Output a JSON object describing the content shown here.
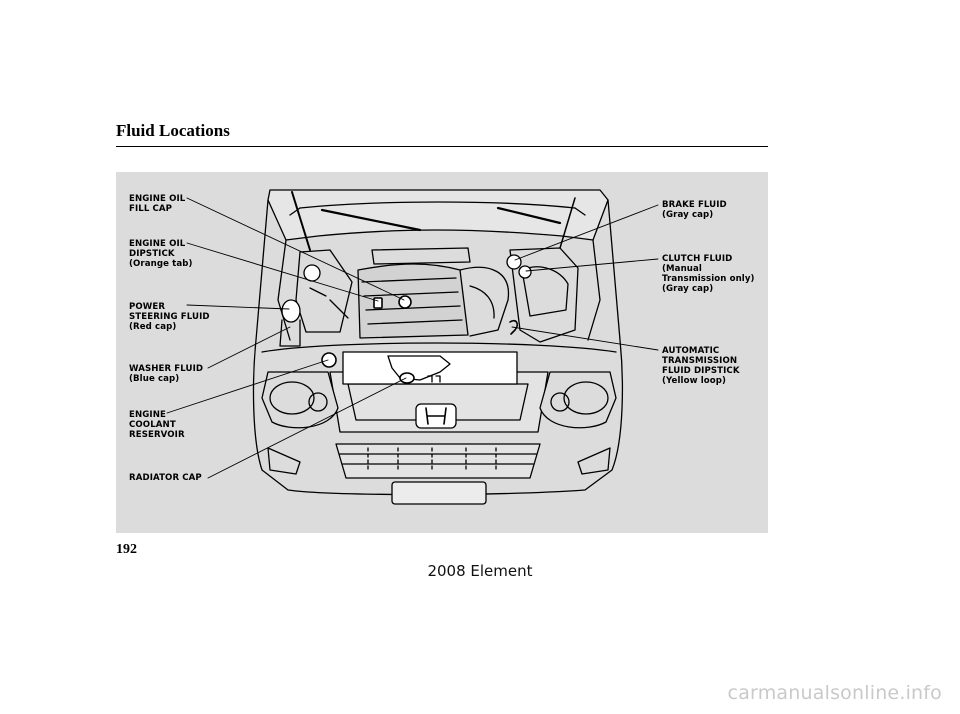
{
  "header": {
    "title": "Fluid Locations"
  },
  "labels": {
    "engine_oil_fill_cap": "ENGINE OIL\nFILL CAP",
    "engine_oil_dipstick": "ENGINE OIL\nDIPSTICK\n(Orange tab)",
    "power_steering_fluid": "POWER\nSTEERING FLUID\n(Red cap)",
    "washer_fluid": "WASHER FLUID\n(Blue cap)",
    "engine_coolant_reservoir": "ENGINE\nCOOLANT\nRESERVOIR",
    "radiator_cap": "RADIATOR CAP",
    "brake_fluid": "BRAKE FLUID\n(Gray cap)",
    "clutch_fluid": "CLUTCH FLUID\n(Manual\nTransmission only)\n(Gray cap)",
    "automatic_transmission_fluid_dipstick": "AUTOMATIC\nTRANSMISSION\nFLUID DIPSTICK\n(Yellow loop)"
  },
  "footer": {
    "page_number": "192",
    "model": "2008  Element",
    "watermark": "carmanualsonline.info"
  }
}
